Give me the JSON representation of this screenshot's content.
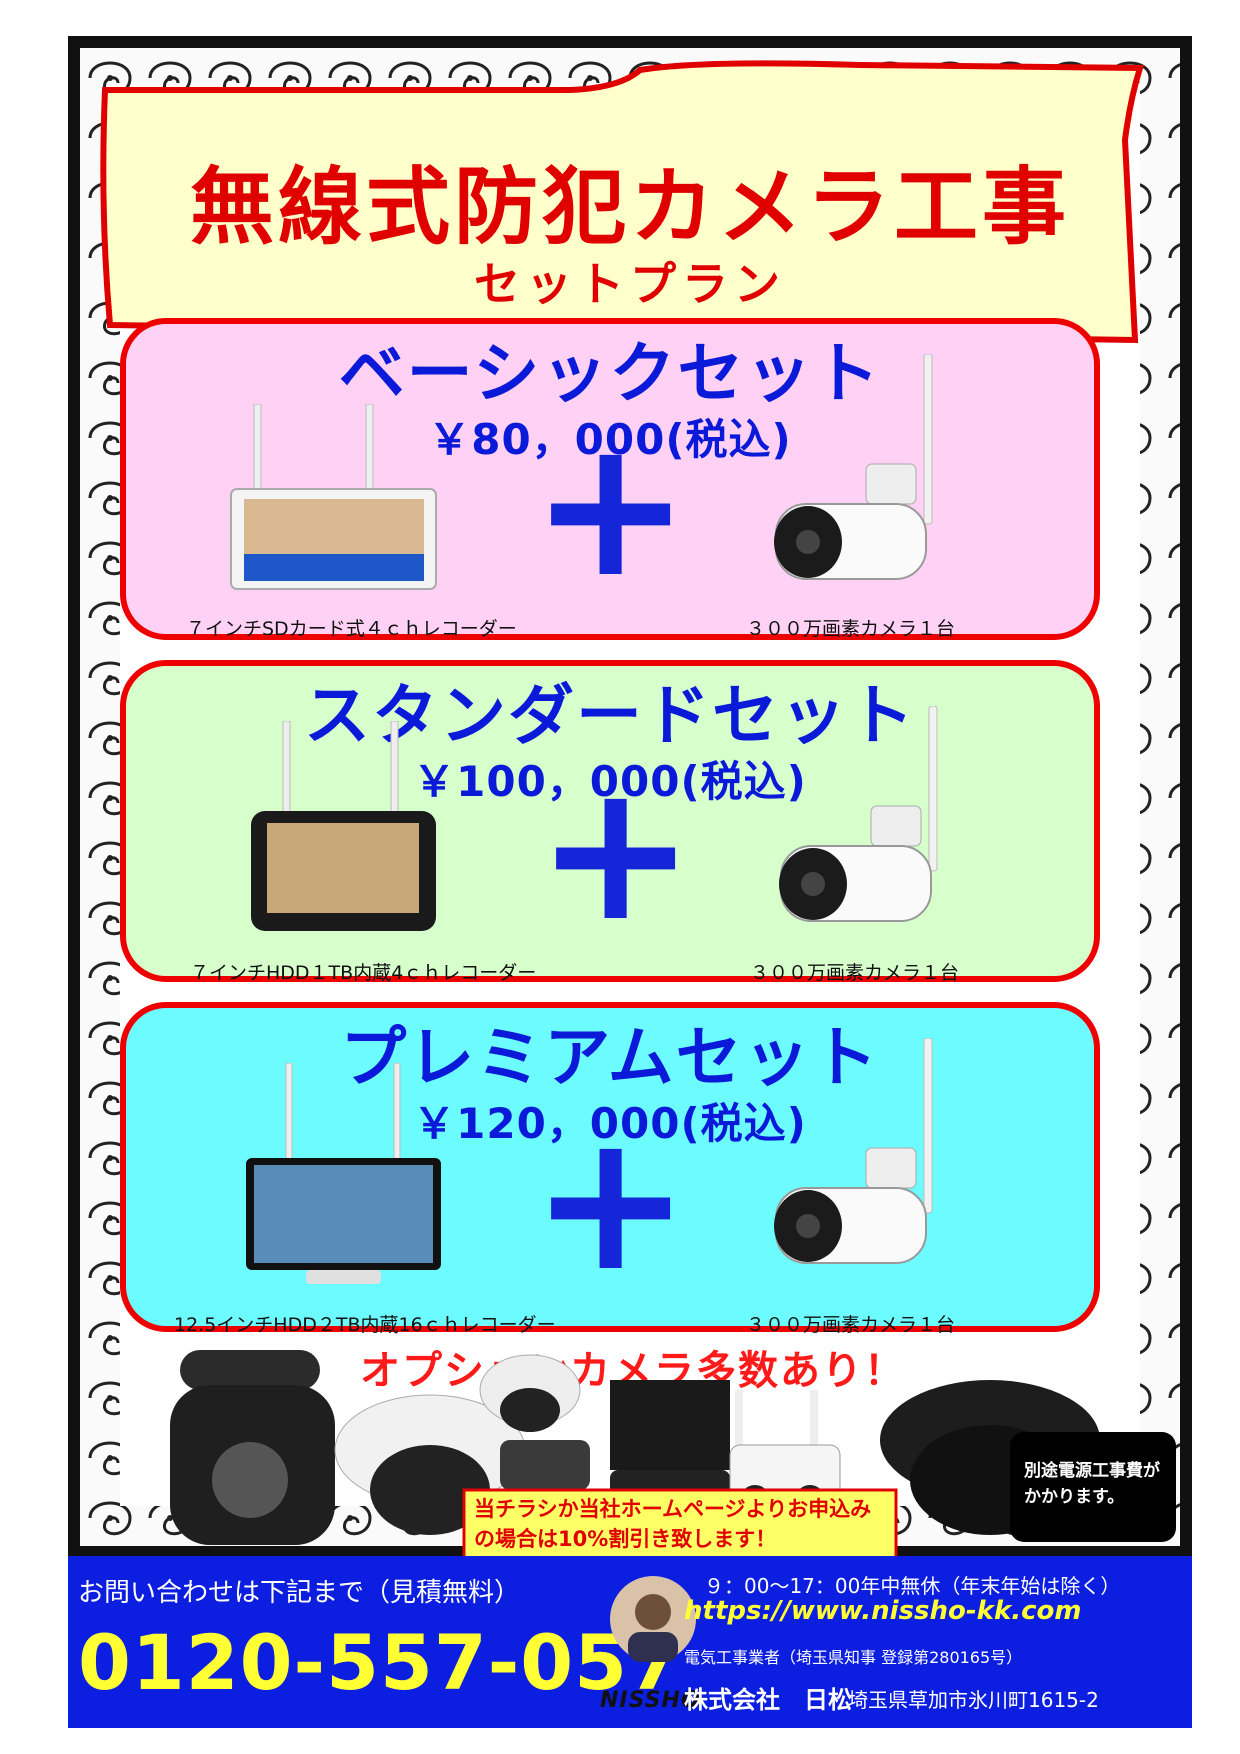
{
  "header": {
    "title": "無線式防犯カメラ工事",
    "subtitle": "セットプラン"
  },
  "sets": [
    {
      "name": "ベーシックセット",
      "price": "￥80，000(税込)",
      "recorder_caption": "７インチSDカード式４ｃｈレコーダー",
      "camera_caption": "３００万画素カメラ１台",
      "bg": "#ffd2f5"
    },
    {
      "name": "スタンダードセット",
      "price": "￥100，000(税込)",
      "recorder_caption": "７インチHDD１TB内蔵4ｃｈレコーダー",
      "camera_caption": "３００万画素カメラ１台",
      "bg": "#d6ffcc"
    },
    {
      "name": "プレミアムセット",
      "price": "￥120，000(税込)",
      "recorder_caption": "12.5インチHDD２TB内蔵16ｃｈレコーダー",
      "camera_caption": "３００万画素カメラ１台",
      "bg": "#6cfcff"
    }
  ],
  "options": {
    "title": "オプションカメラ多数あり！",
    "discount_note": "当チラシか当社ホームページよりお申込みの場合は10%割引き致します！",
    "power_note": "別途電源工事費がかかります。"
  },
  "footer": {
    "inquiry": "お問い合わせは下記まで（見積無料）",
    "phone": "0120-557-057",
    "brand": "NISSHO",
    "hours": "９：00～17：00年中無休（年末年始は除く）",
    "url": "https://www.nissho-kk.com",
    "license": "電気工事業者（埼玉県知事 登録第280165号）",
    "company": "株式会社　日松",
    "address": "埼玉県草加市氷川町1615-2"
  },
  "colors": {
    "accent_red": "#ee0000",
    "accent_blue": "#0a1ad8",
    "footer_blue": "#0c1ee0",
    "phone_yellow": "#ffff33"
  }
}
